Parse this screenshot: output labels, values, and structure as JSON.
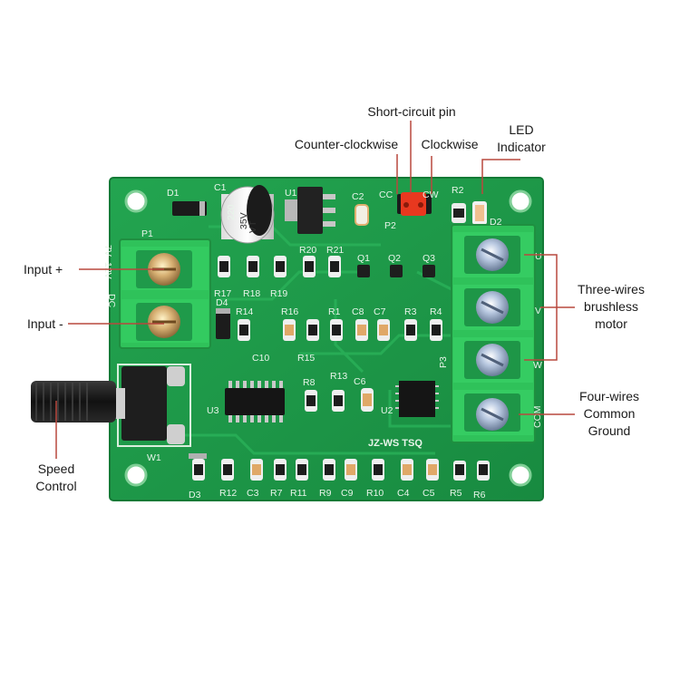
{
  "callouts": {
    "short_circuit_pin": "Short-circuit pin",
    "counter_clockwise": "Counter-clockwise",
    "clockwise": "Clockwise",
    "led_indicator": [
      "LED",
      "Indicator"
    ],
    "input_plus": "Input +",
    "input_minus": "Input -",
    "three_wires": [
      "Three-wires",
      "brushless",
      "motor"
    ],
    "four_wires": [
      "Four-wires",
      "Common",
      "Ground"
    ],
    "speed_control": [
      "Speed",
      "Control"
    ]
  },
  "silkscreen": {
    "voltage": "7V~12V",
    "dc": "DC",
    "brand": "JZ-WS TSQ",
    "cap_c1": [
      "220",
      "35V",
      "VT"
    ],
    "designators": {
      "d1": "D1",
      "c1": "C1",
      "u1": "U1",
      "c2": "C2",
      "cc": "CC",
      "cw": "CW",
      "p2": "P2",
      "r2": "R2",
      "d2": "D2",
      "p1": "P1",
      "r20": "R20",
      "r21": "R21",
      "q1": "Q1",
      "q2": "Q2",
      "q3": "Q3",
      "r17": "R17",
      "r18": "R18",
      "r19": "R19",
      "d4": "D4",
      "r14": "R14",
      "r16": "R16",
      "r1": "R1",
      "c8": "C8",
      "c7": "C7",
      "r3": "R3",
      "r4": "R4",
      "c10": "C10",
      "r15": "R15",
      "r8": "R8",
      "r13": "R13",
      "c6": "C6",
      "u3": "U3",
      "u2": "U2",
      "p3": "P3",
      "w1": "W1",
      "d3": "D3",
      "r12": "R12",
      "c3": "C3",
      "r7": "R7",
      "r11": "R11",
      "r9": "R9",
      "c9": "C9",
      "r10": "R10",
      "c4": "C4",
      "c5": "C5",
      "r5": "R5",
      "r6": "R6",
      "u": "U",
      "v": "V",
      "w": "W",
      "com": "COM"
    }
  },
  "colors": {
    "pcb": "#1f9a4a",
    "terminal": "#2fc25a",
    "jumper": "#e8381f",
    "callout_line": "#b8483e"
  }
}
